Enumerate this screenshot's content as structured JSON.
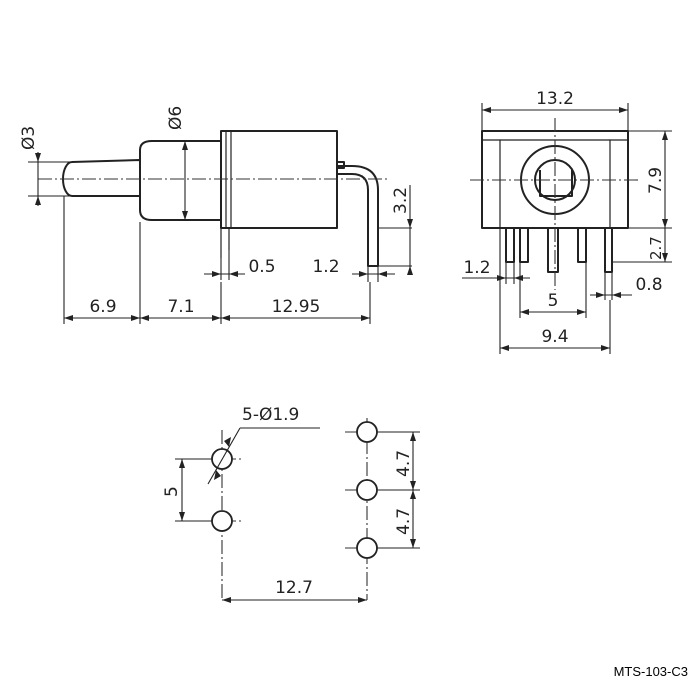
{
  "side_view": {
    "dim_toggle_dia": "Ø3",
    "dim_bushing_dia": "Ø6",
    "dim_pin_height": "3.2",
    "dim_pin_offset": "0.5",
    "dim_pin_width": "1.2",
    "dim_toggle_len": "6.9",
    "dim_bushing_len": "7.1",
    "dim_body_len": "12.95"
  },
  "front_view": {
    "dim_width": "13.2",
    "dim_height": "7.9",
    "dim_pin_len": "2.7",
    "dim_pin_width": "1.2",
    "dim_pin_thick": "0.8",
    "dim_pin_pitch": "5",
    "dim_pin_span": "9.4"
  },
  "pcb_layout": {
    "dim_holes": "5-Ø1.9",
    "dim_hole_pitch": "5",
    "dim_pitch_upper": "4.7",
    "dim_pitch_lower": "4.7",
    "dim_row_spacing": "12.7"
  },
  "part_number": "MTS-103-C3"
}
